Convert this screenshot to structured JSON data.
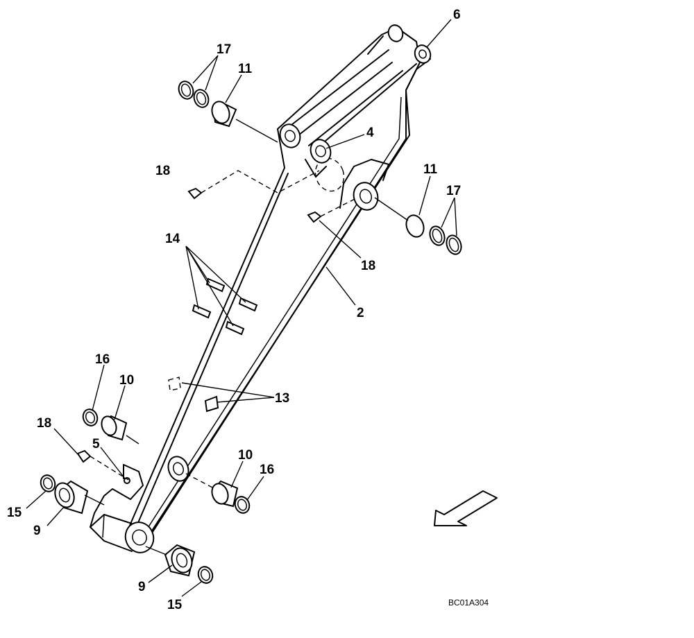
{
  "callouts": {
    "c6": "6",
    "c17a": "17",
    "c11a": "11",
    "c4": "4",
    "c18a": "18",
    "c11b": "11",
    "c17b": "17",
    "c18b": "18",
    "c14": "14",
    "c2": "2",
    "c16a": "16",
    "c10a": "10",
    "c13": "13",
    "c18c": "18",
    "c5": "5",
    "c10b": "10",
    "c16b": "16",
    "c15a": "15",
    "c9a": "9",
    "c9b": "9",
    "c15b": "15"
  },
  "drawing_code": "BC01A304"
}
